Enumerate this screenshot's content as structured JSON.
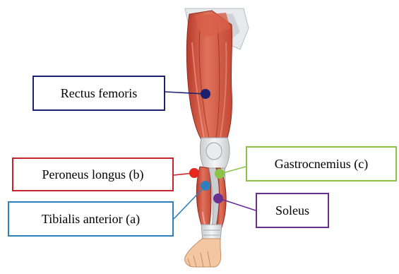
{
  "figure": {
    "labels": [
      {
        "id": "rectus-femoris",
        "text": "Rectus femoris",
        "color": "#1b2170"
      },
      {
        "id": "peroneus-longus",
        "text": "Peroneus longus (b)",
        "color": "#c6262b"
      },
      {
        "id": "tibialis-anterior",
        "text": "Tibialis anterior (a)",
        "color": "#2f7fbf"
      },
      {
        "id": "gastrocnemius",
        "text": "Gastrocnemius (c)",
        "color": "#8cc34b"
      },
      {
        "id": "soleus",
        "text": "Soleus",
        "color": "#6a2e8e"
      }
    ]
  }
}
